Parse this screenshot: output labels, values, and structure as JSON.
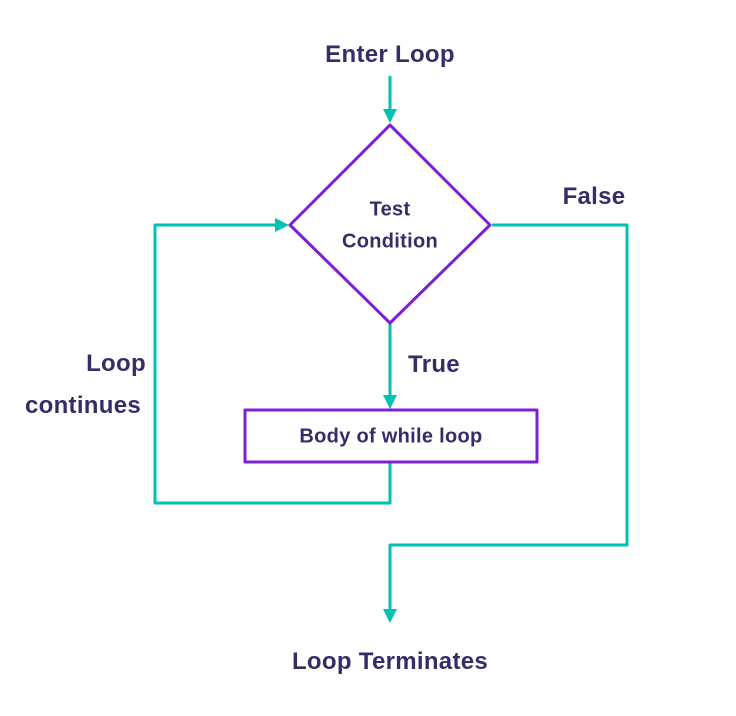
{
  "diagram": {
    "labels": {
      "enter": "Enter Loop",
      "false": "False",
      "true": "True",
      "loop_continues_line1": "Loop",
      "loop_continues_line2": "continues",
      "test_condition_line1": "Test",
      "test_condition_line2": "Condition",
      "body": "Body of while loop",
      "terminate": "Loop Terminates"
    },
    "colors": {
      "arrow": "#00C2B3",
      "shape_border": "#7C1FD6",
      "text": "#332E68",
      "background": "#FFFFFF"
    }
  }
}
